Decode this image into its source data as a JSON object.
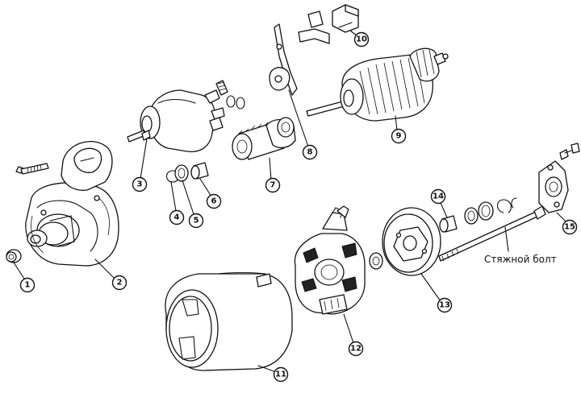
{
  "callouts": [
    {
      "id": "1",
      "text": "1",
      "part": "bushing"
    },
    {
      "id": "2",
      "text": "2",
      "part": "drive-end-housing"
    },
    {
      "id": "3",
      "text": "3",
      "part": "solenoid"
    },
    {
      "id": "4",
      "text": "4",
      "part": "snap-ring"
    },
    {
      "id": "5",
      "text": "5",
      "part": "stop-ring"
    },
    {
      "id": "6",
      "text": "6",
      "part": "bushing"
    },
    {
      "id": "7",
      "text": "7",
      "part": "drive-pinion-clutch"
    },
    {
      "id": "8",
      "text": "8",
      "part": "shift-lever"
    },
    {
      "id": "9",
      "text": "9",
      "part": "armature"
    },
    {
      "id": "10",
      "text": "10",
      "part": "lever-bracket"
    },
    {
      "id": "11",
      "text": "11",
      "part": "yoke-housing"
    },
    {
      "id": "12",
      "text": "12",
      "part": "brush-holder"
    },
    {
      "id": "13",
      "text": "13",
      "part": "commutator-end-frame"
    },
    {
      "id": "14",
      "text": "14",
      "part": "bushing"
    },
    {
      "id": "15",
      "text": "15",
      "part": "end-cover"
    }
  ],
  "labels": {
    "through_bolt": "Стяжной болт"
  }
}
